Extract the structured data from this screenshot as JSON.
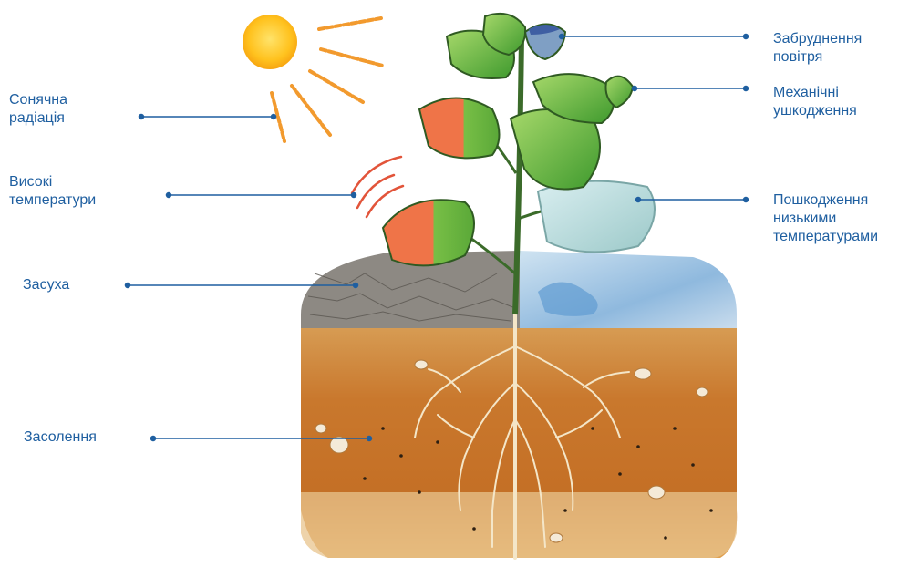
{
  "colors": {
    "label": "#1f5fa0",
    "leader": "#1f5fa0"
  },
  "labels": {
    "solar": {
      "line1": "Сонячна",
      "line2": "радіація"
    },
    "heat": {
      "line1": "Високі",
      "line2": "температури"
    },
    "drought": {
      "line1": "Засуха"
    },
    "salinity": {
      "line1": "Засолення"
    },
    "air": {
      "line1": "Забруднення",
      "line2": "повітря"
    },
    "mech": {
      "line1": "Механічні",
      "line2": "ушкодження"
    },
    "cold": {
      "line1": "Пошкодження",
      "line2": "низькими",
      "line3": "температурами"
    }
  },
  "icons": [
    "sun-icon",
    "heat-waves-icon",
    "plant-icon",
    "soil-block-icon",
    "roots-icon"
  ]
}
